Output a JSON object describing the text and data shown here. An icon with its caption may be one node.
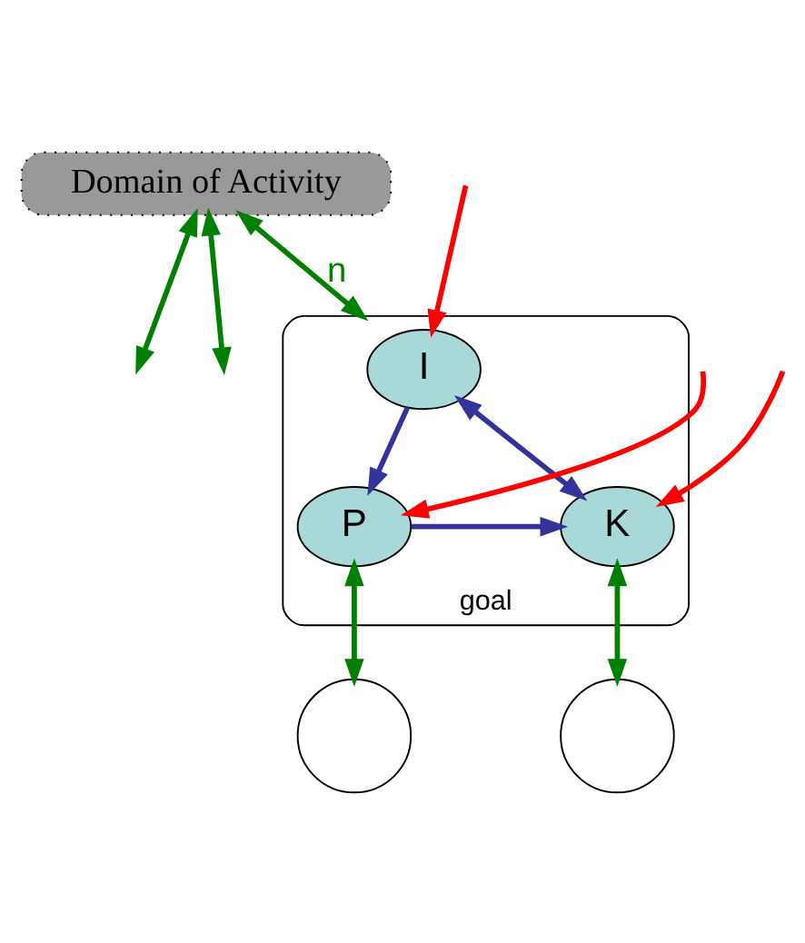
{
  "diagram": {
    "nodes": [
      {
        "text": [
          "Domain of Activity"
        ]
      },
      {
        "text": [
          "goal"
        ]
      },
      {
        "text": [
          "I"
        ],
        "in": 1
      },
      {
        "text": [
          "P"
        ],
        "in": 1
      },
      {
        "text": [
          "K"
        ],
        "in": 1
      },
      {
        "text": [],
        "shape": "circle"
      },
      {
        "text": [],
        "shape": "circle"
      }
    ],
    "edges": [
      {
        "from": 0,
        "to": 1,
        "arrow": "both",
        "label": "n",
        "color": "#008000"
      },
      {
        "from": 2,
        "to": 3,
        "arrow": "to",
        "color": "#333399"
      },
      {
        "from": 2,
        "to": 4,
        "arrow": "both",
        "color": "#333399"
      },
      {
        "from": 3,
        "to": 4,
        "arrow": "to",
        "color": "#333399"
      },
      {
        "from": 3,
        "to": 5,
        "arrow": "both",
        "color": "#008000"
      },
      {
        "from": 4,
        "to": 6,
        "arrow": "both",
        "color": "#008000"
      },
      {
        "from": null,
        "to": 2,
        "arrow": "to",
        "color": "#ff0000"
      },
      {
        "from": null,
        "to": 3,
        "arrow": "to",
        "color": "#ff0000"
      },
      {
        "from": null,
        "to": 4,
        "arrow": "to",
        "color": "#ff0000"
      },
      {
        "from": 0,
        "to": null,
        "arrow": "both",
        "color": "#008000"
      },
      {
        "from": 0,
        "to": null,
        "arrow": "both",
        "color": "#008000"
      }
    ]
  }
}
